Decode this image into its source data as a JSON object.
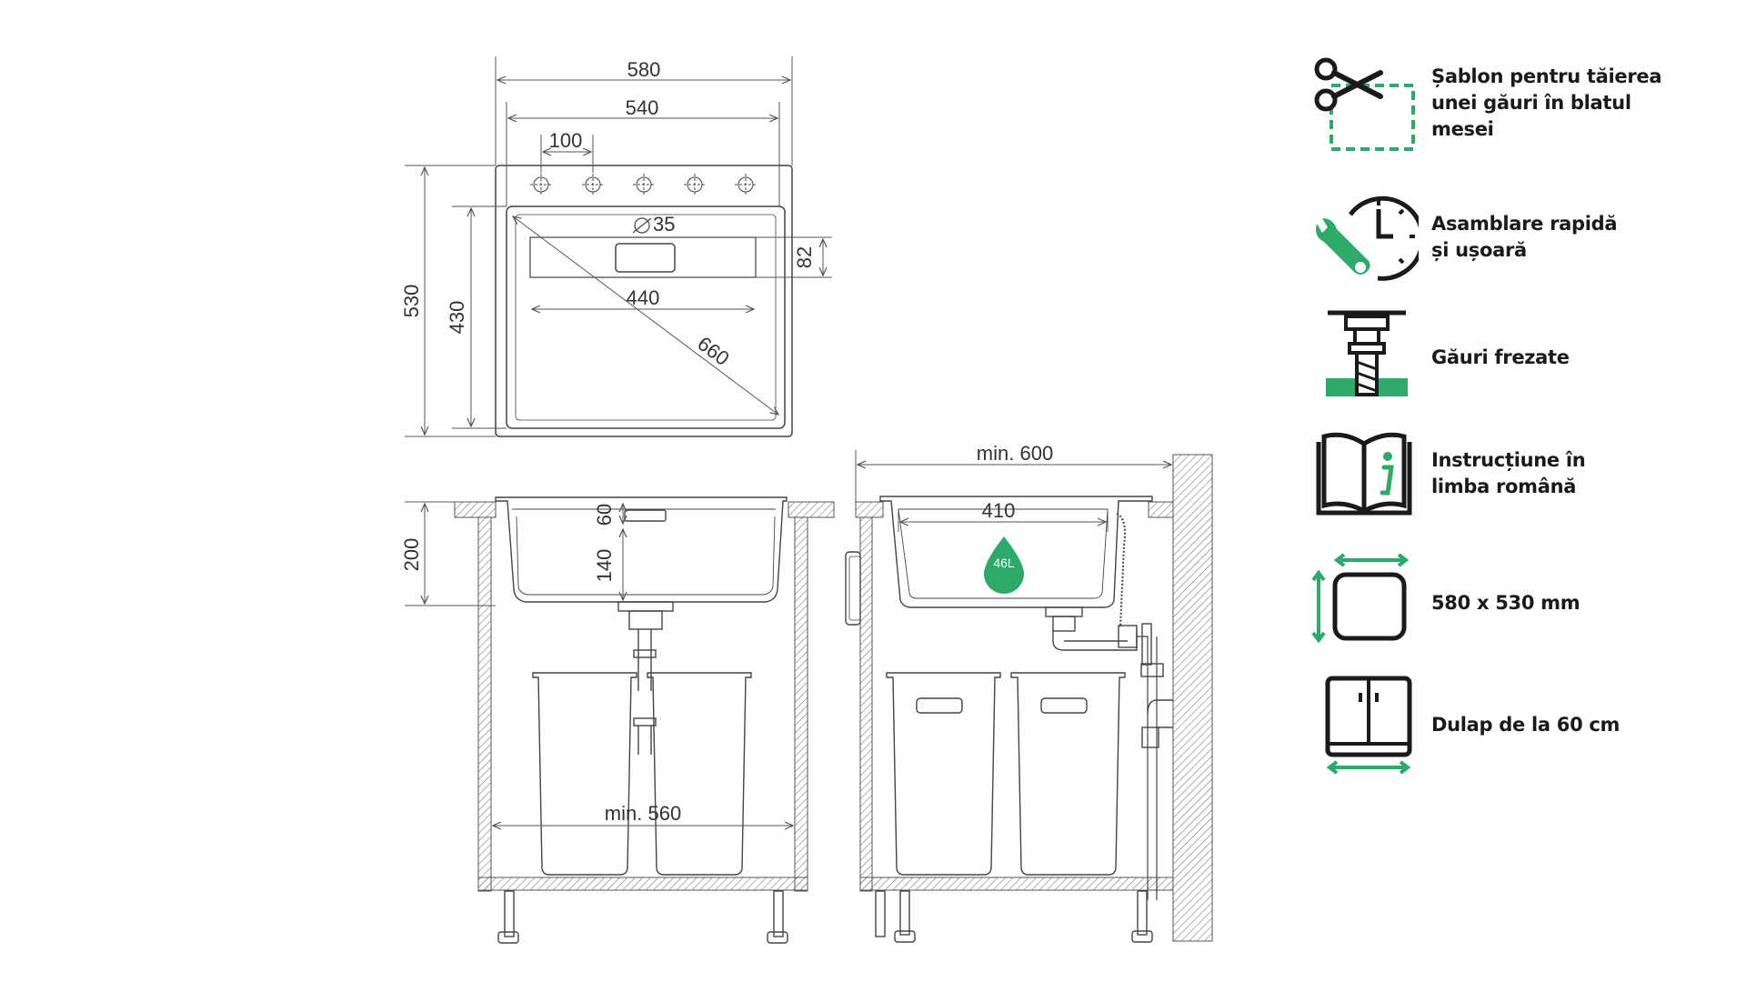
{
  "dimensions": {
    "width_outer": "580",
    "width_inner": "540",
    "hole_spacing": "100",
    "drain_diameter": "35",
    "drain_symbol": "⌀",
    "overflow_height": "82",
    "bowl_width": "440",
    "diagonal": "660",
    "depth_outer": "530",
    "depth_inner": "430",
    "sink_height": "200",
    "rim_depth": "60",
    "bowl_depth": "140",
    "cabinet_min_front": "min. 560",
    "cabinet_min_side": "min. 600",
    "bowl_side_width": "410",
    "volume": "46L"
  },
  "features": [
    {
      "icon": "scissors-template-icon",
      "label": "Șablon pentru tăierea\nunei găuri în blatul\nmesei"
    },
    {
      "icon": "clock-wrench-icon",
      "label": "Asamblare rapidă\nși ușoară"
    },
    {
      "icon": "drill-icon",
      "label": "Găuri frezate"
    },
    {
      "icon": "book-info-icon",
      "label": "Instrucțiune în\nlimba română"
    },
    {
      "icon": "size-arrows-icon",
      "label": "580 x 530 mm"
    },
    {
      "icon": "cabinet-icon",
      "label": "Dulap de la 60 cm"
    }
  ],
  "colors": {
    "accent": "#2daa6a",
    "line": "#444444",
    "text": "#1a1a1a"
  }
}
